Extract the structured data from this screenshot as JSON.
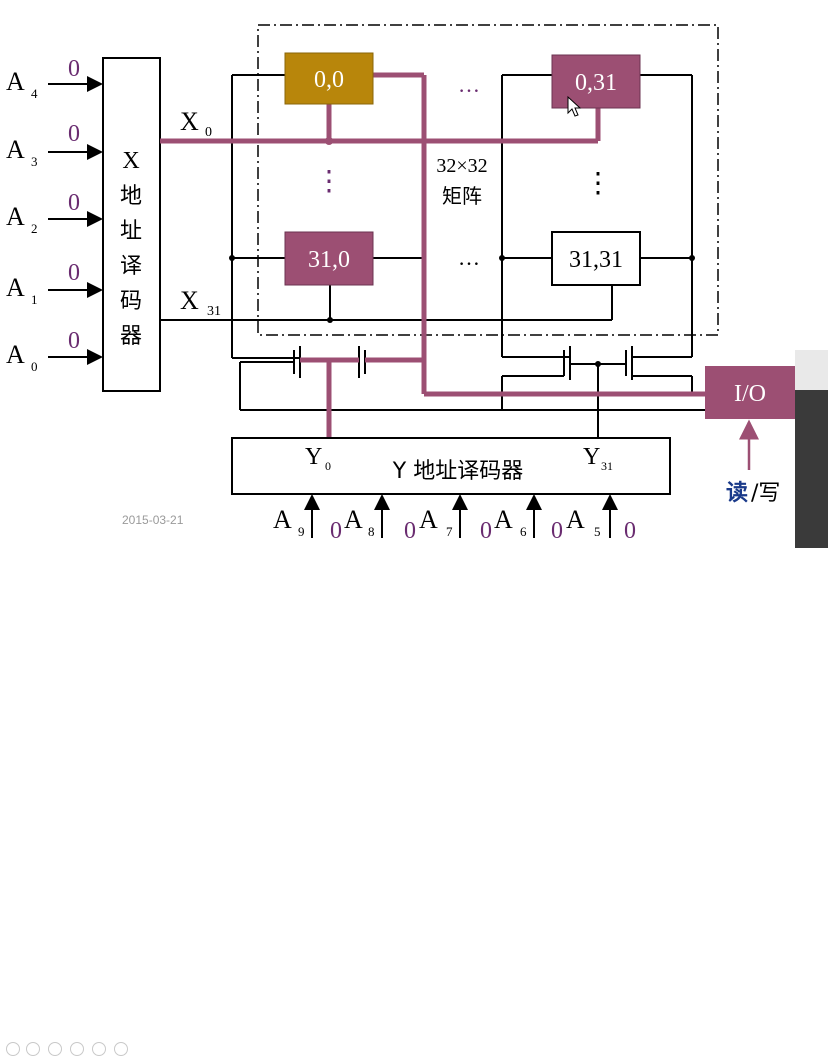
{
  "inputs": [
    {
      "label": "A",
      "sub": "4",
      "value": "0"
    },
    {
      "label": "A",
      "sub": "3",
      "value": "0"
    },
    {
      "label": "A",
      "sub": "2",
      "value": "0"
    },
    {
      "label": "A",
      "sub": "1",
      "value": "0"
    },
    {
      "label": "A",
      "sub": "0",
      "value": "0"
    }
  ],
  "x_decoder": {
    "label": "X地址译码器",
    "chars": [
      "X",
      "地",
      "址",
      "译",
      "码",
      "器"
    ]
  },
  "x_lines": [
    {
      "label": "X",
      "sub": "0"
    },
    {
      "label": "X",
      "sub": "31"
    }
  ],
  "cells": {
    "c00": "0,0",
    "c031": "0,31",
    "c310": "31,0",
    "c3131": "31,31"
  },
  "dots": {
    "h": "…",
    "v": "⋮"
  },
  "matrix": {
    "line1": "32×32",
    "line2": "矩阵"
  },
  "y_decoder": {
    "label": "Y 地址译码器",
    "y0": "Y",
    "y0_sub": "0",
    "y31": "Y",
    "y31_sub": "31"
  },
  "io": {
    "label": "I/O",
    "read": "读",
    "write": "/写"
  },
  "bottom_inputs": [
    {
      "label": "A",
      "sub": "9",
      "value": "0"
    },
    {
      "label": "A",
      "sub": "8",
      "value": "0"
    },
    {
      "label": "A",
      "sub": "7",
      "value": "0"
    },
    {
      "label": "A",
      "sub": "6",
      "value": "0"
    },
    {
      "label": "A",
      "sub": "5",
      "value": "0"
    }
  ],
  "datestamp": "2015-03-21",
  "colors": {
    "selected": "#b8860b",
    "cell": "#9c4f73",
    "wire": "#9c4f73",
    "value": "#6a2c70",
    "read": "#1a3a8a"
  }
}
